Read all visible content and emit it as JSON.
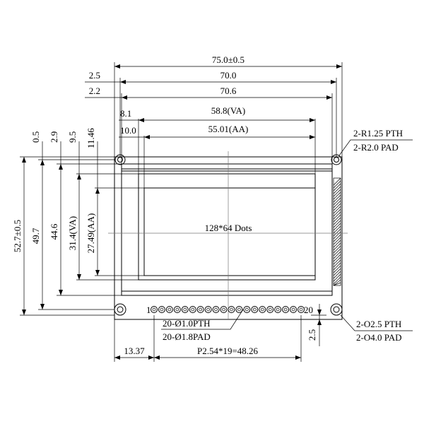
{
  "dims": {
    "overall_width": "75.0±0.5",
    "hole_to_hole_width": "70.0",
    "glass_width": "70.6",
    "va_width": "58.8(VA)",
    "aa_width": "55.01(AA)",
    "left_hole_offset": "2.5",
    "left_glass_offset": "2.2",
    "left_va_offset": "8.1",
    "left_aa_offset": "10.0",
    "top_0_5": "0.5",
    "top_2_9": "2.9",
    "top_9_5": "9.5",
    "top_11_46": "11.46",
    "overall_height": "52.7±0.5",
    "hole_to_hole_height": "49.7",
    "glass_height": "44.6",
    "va_height": "31.4(VA)",
    "aa_height": "27.49(AA)",
    "pin_offset": "13.37",
    "pin_pitch": "P2.54*19=48.26",
    "bottom_hole_offset": "2.5"
  },
  "labels": {
    "resolution": "128*64 Dots",
    "top_hole_line1": "2-R1.25 PTH",
    "top_hole_line2": "2-R2.0 PAD",
    "bottom_hole_line1": "2-O2.5 PTH",
    "bottom_hole_line2": "2-O4.0 PAD",
    "pin_line1": "20-Ø1.0PTH",
    "pin_line2": "20-Ø1.8PAD",
    "pin_first": "1",
    "pin_last": "20"
  },
  "pin_count": 20
}
